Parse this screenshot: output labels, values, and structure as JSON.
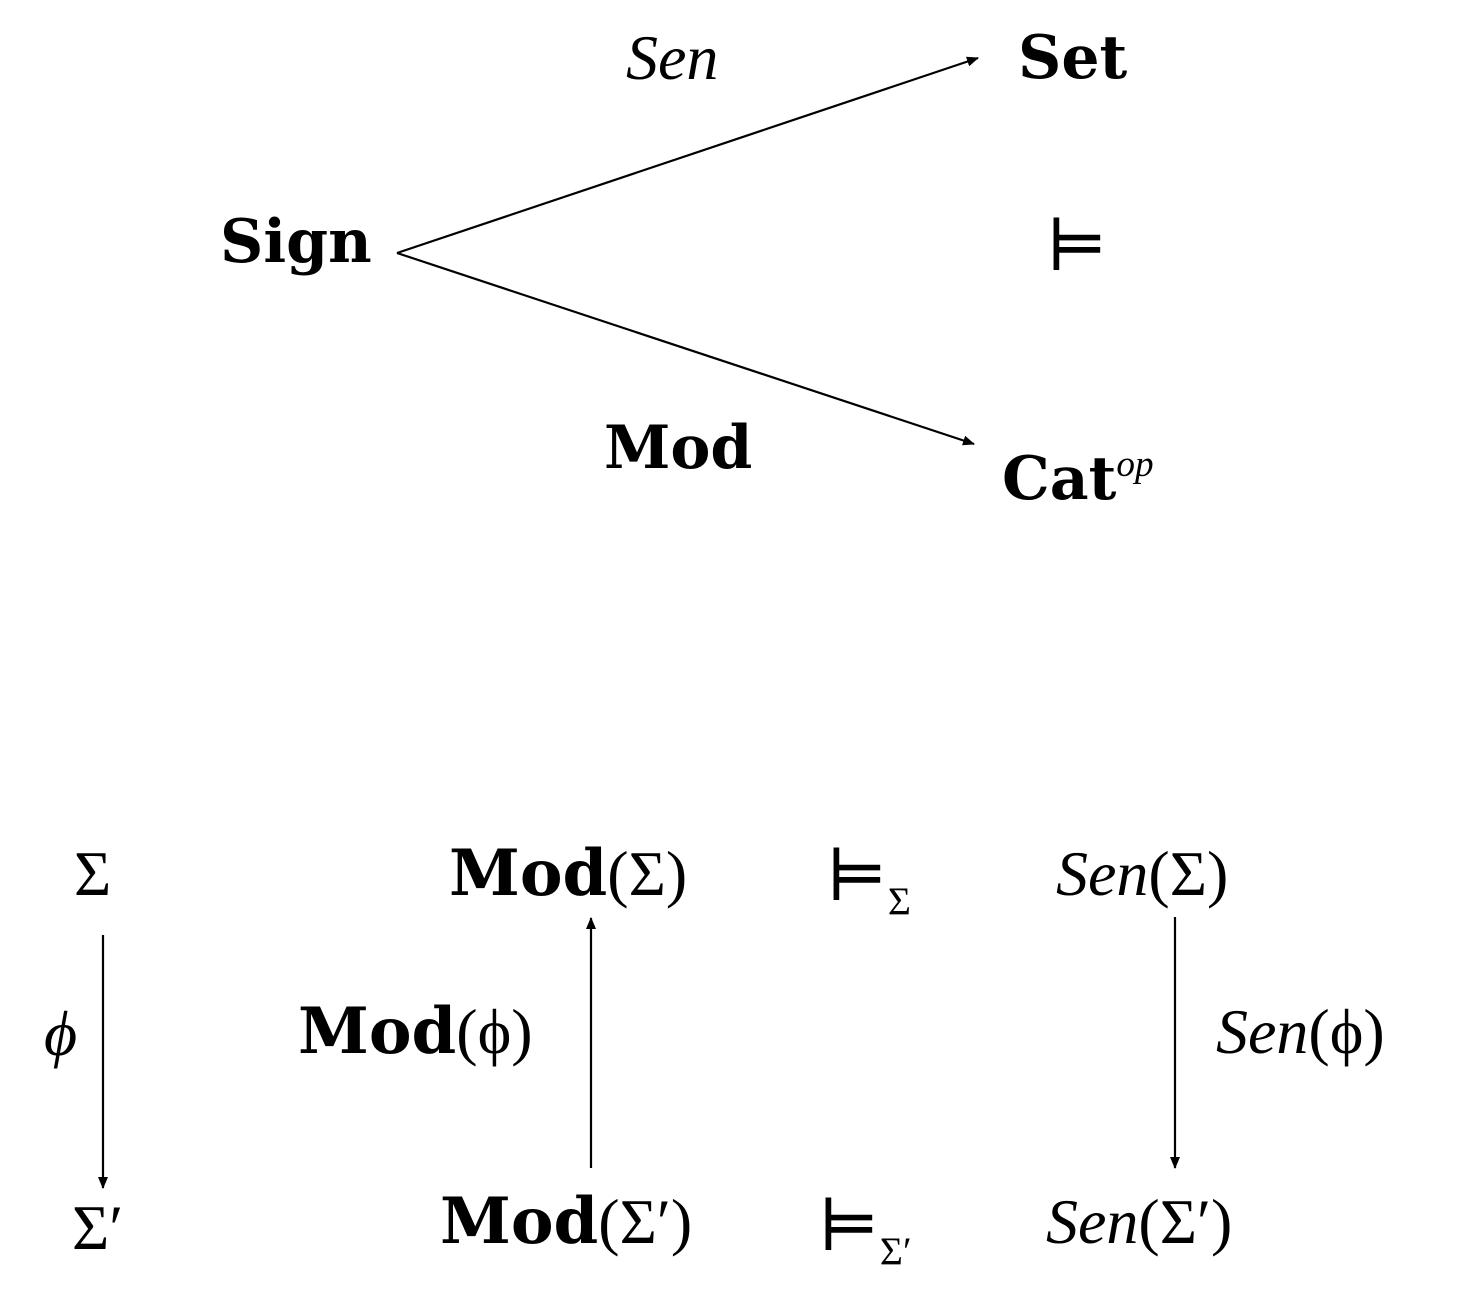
{
  "top_diagram": {
    "source": "Sign",
    "target_sentences": "Set",
    "target_models": "Cat",
    "target_models_superscript": "op",
    "arrow_sentences_label": "Sen",
    "arrow_models_label": "Mod",
    "satisfaction_symbol": "⊨"
  },
  "bottom_diagram": {
    "sigma": "Σ",
    "sigma_prime": "Σ′",
    "phi": "ϕ",
    "mod_bold": "Mod",
    "mod_sigma_args": "(Σ)",
    "mod_sigma_prime_args": "(Σ′)",
    "mod_phi_args": "(ϕ)",
    "sen_italic": "Sen",
    "sen_sigma_args": "(Σ)",
    "sen_sigma_prime_args": "(Σ′)",
    "sen_phi_args": "(ϕ)",
    "satisfaction_symbol": "⊨",
    "satisfaction_sub_sigma": "Σ",
    "satisfaction_sub_sigma_prime": "Σ′"
  },
  "colors": {
    "ink": "#000000",
    "background": "#ffffff"
  }
}
